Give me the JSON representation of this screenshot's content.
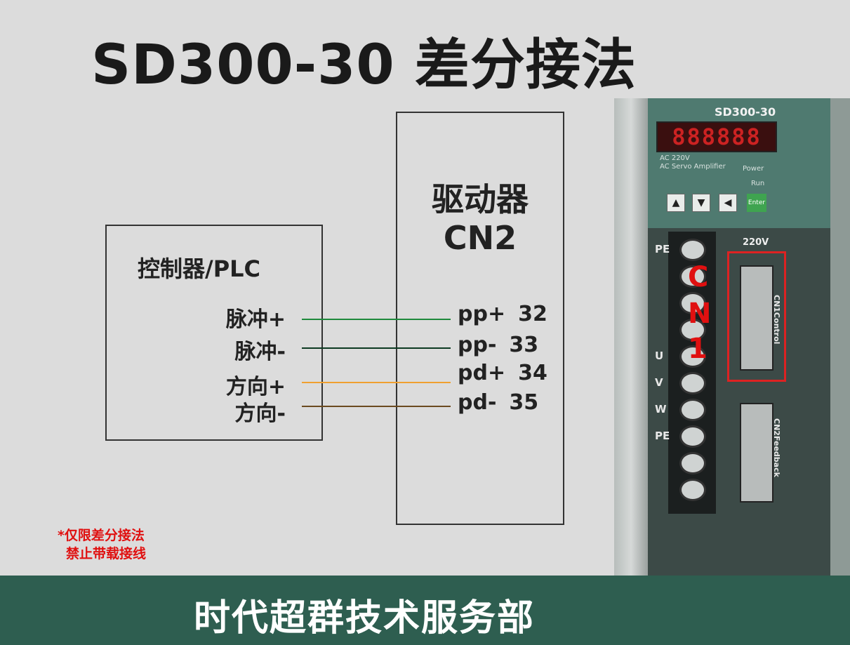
{
  "title": "SD300-30  差分接法",
  "controller": {
    "label": "控制器/PLC"
  },
  "driver": {
    "label_line1": "驱动器",
    "label_line2": "CN2"
  },
  "signals": [
    {
      "left": "脉冲+",
      "right": "pp+",
      "pin": "32",
      "color": "#1e8a3c"
    },
    {
      "left": "脉冲-",
      "right": "pp-",
      "pin": "33",
      "color": "#0d3a22"
    },
    {
      "left": "方向+",
      "right": "pd+",
      "pin": "34",
      "color": "#f0a030"
    },
    {
      "left": "方向-",
      "right": "pd-",
      "pin": "35",
      "color": "#6b4a20"
    }
  ],
  "note": {
    "line1": "*仅限差分接法",
    "line2": "禁止带载接线",
    "color": "#e01010"
  },
  "footer": {
    "text": "时代超群技术服务部",
    "background": "#2e5e50"
  },
  "photo": {
    "model": "SD300-30",
    "led": "888888",
    "ac_line1": "AC 220V",
    "ac_line2": "AC Servo Amplifier",
    "power": "Power",
    "run": "Run",
    "enter": "Enter",
    "voltage": "220V",
    "terminals": [
      "PE",
      "",
      "",
      "",
      "U",
      "V",
      "W",
      "PE",
      "",
      ""
    ],
    "cn1_label": "CN1Control",
    "cn2_label": "CN2Feedback",
    "red_text": [
      "C",
      "N",
      "1"
    ]
  }
}
